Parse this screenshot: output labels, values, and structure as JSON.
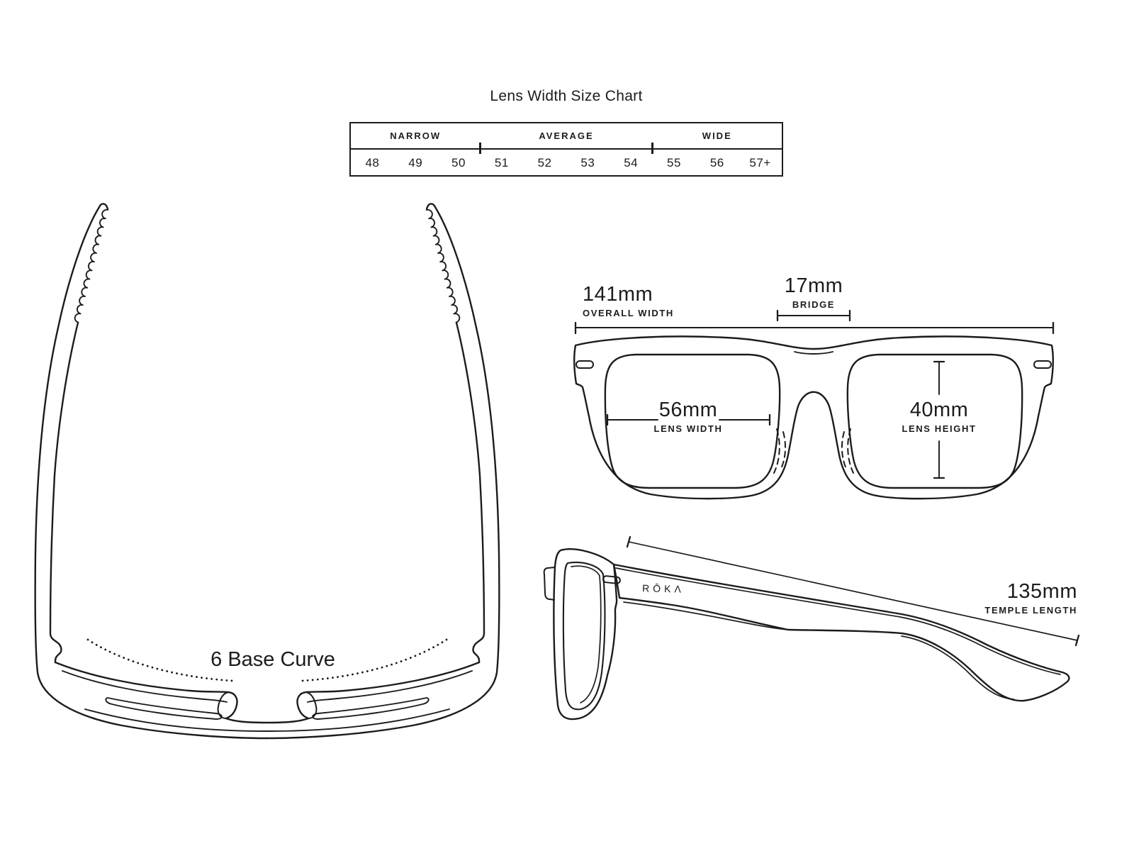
{
  "page": {
    "title": "Lens Width Size Chart"
  },
  "colors": {
    "ink": "#1c1c1c",
    "background": "#ffffff"
  },
  "size_chart": {
    "title": "Lens Width Size Chart",
    "categories": [
      {
        "label": "NARROW",
        "span": 3
      },
      {
        "label": "AVERAGE",
        "span": 4
      },
      {
        "label": "WIDE",
        "span": 3
      }
    ],
    "values": [
      "48",
      "49",
      "50",
      "51",
      "52",
      "53",
      "54",
      "55",
      "56",
      "57+"
    ]
  },
  "front_view": {
    "overall_width": {
      "value": "141mm",
      "label": "OVERALL WIDTH"
    },
    "bridge": {
      "value": "17mm",
      "label": "BRIDGE"
    },
    "lens_width": {
      "value": "56mm",
      "label": "LENS WIDTH"
    },
    "lens_height": {
      "value": "40mm",
      "label": "LENS HEIGHT"
    }
  },
  "side_view": {
    "temple_length": {
      "value": "135mm",
      "label": "TEMPLE LENGTH"
    },
    "logo": "RŌKΛ"
  },
  "top_view": {
    "base_curve_label": "6 Base Curve"
  }
}
